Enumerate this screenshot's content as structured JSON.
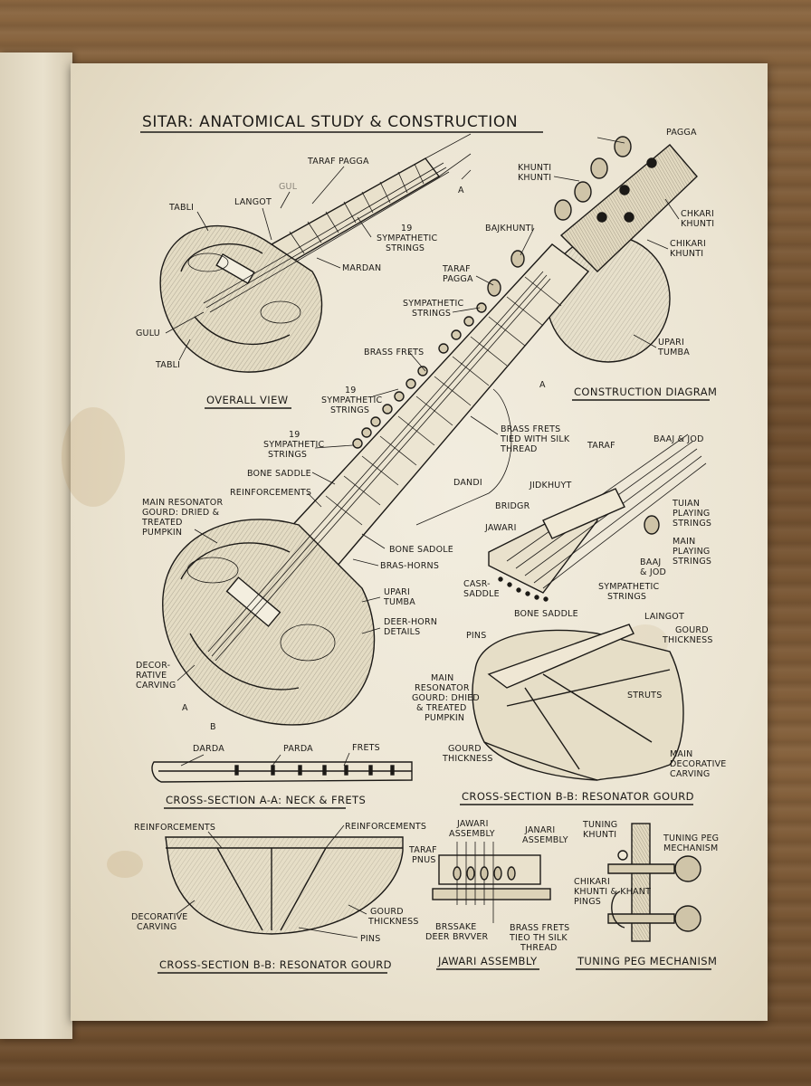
{
  "title": "SITAR: ANATOMICAL STUDY & CONSTRUCTION",
  "captions": {
    "overall_view": "OVERALL VIEW",
    "construction_diagram": "CONSTRUCTION DIAGRAM",
    "cross_section_aa": "CROSS-SECTION A-A: NECK & FRETS",
    "cross_section_bb_right": "CROSS-SECTION B-B: RESONATOR GOURD",
    "cross_section_bb_left": "CROSS-SECTION B-B: RESONATOR GOURD",
    "jawari_assembly": "JAWARI ASSEMBLY",
    "tuning_peg_mechanism": "TUNING PEG MECHANISM"
  },
  "overall_labels": {
    "taraf_pagga": "TARAF PAGGA",
    "gul": "GUL",
    "tabli_top": "TABLI",
    "langot": "LANGOT",
    "sympathetic_19": [
      "19",
      "SYMPATHETIC",
      "STRINGS"
    ],
    "mardan": "MARDAN",
    "gulu": "GULU",
    "tabli_bottom": "TABLI",
    "a_marker": "A"
  },
  "construction_labels": {
    "pagga": "PAGGA",
    "khunti": [
      "KHUNTI",
      "KHUNTI"
    ],
    "chkari_khunti": [
      "CHKARI",
      "KHUNTI"
    ],
    "chikari_khunti": [
      "CHIKARI",
      "KHUNTI"
    ],
    "bajkhunti": "BAJKHUNTI",
    "taraf_pagga": [
      "TARAF",
      "PAGGA"
    ],
    "sympathetic_strings": [
      "SYMPATHETIC",
      "STRINGS"
    ],
    "upari_tumba": [
      "UPARI",
      "TUMBA"
    ],
    "brass_frets": "BRASS FRETS",
    "sympathetic_19a": [
      "19",
      "SYMPATHETIC",
      "STRINGS"
    ],
    "sympathetic_19b": [
      "19",
      "SYMPATHETIC",
      "STRINGS"
    ],
    "a_marker": "A",
    "brass_frets_tied": [
      "BRASS FRETS",
      "TIED WITH SILK",
      "THREAD"
    ],
    "dandi": "DANDI",
    "bone_saddle_top": "BONE SADDLE",
    "reinforcements": "REINFORCEMENTS",
    "main_resonator": [
      "MAIN RESONATOR",
      "GOURD: DRIED &",
      "TREATED",
      "PUMPKIN"
    ],
    "bone_sadole": "BONE SADOLE",
    "bras_horns": "BRAS-HORNS",
    "upari_tumba_2": [
      "UPARI",
      "TUMBA"
    ],
    "deer_horn": [
      "DEER-HORN",
      "DETAILS"
    ],
    "decorative_carving": [
      "DECOR-",
      "RATIVE",
      "CARVING"
    ],
    "a_small": "A",
    "b_small": "B"
  },
  "bridge_labels": {
    "taraf": "TARAF",
    "baaj_jod_top": "BAAJ & JOD",
    "jidkhuyt": "JIDKHUYT",
    "bridge": "BRIDGR",
    "tuian_playing": [
      "TUIAN",
      "PLAYING",
      "STRINGS"
    ],
    "jawari": "JAWARI",
    "main_playing": [
      "MAIN",
      "PLAYING",
      "STRINGS"
    ],
    "baaj_jod": [
      "BAAJ",
      "& JOD"
    ],
    "casr_saddle": [
      "CASR-",
      "SADDLE"
    ],
    "sympathetic": [
      "SYMPATHETIC",
      "STRINGS"
    ],
    "bone_saddle": "BONE SADDLE"
  },
  "gourd_section_labels": {
    "laingot": "LAINGOT",
    "pins": "PINS",
    "gourd_thickness_top": [
      "GOURD",
      "THICKNESS"
    ],
    "main_resonator": [
      "MAIN",
      "RESONATOR",
      "GOURD: DHIED",
      "& TREATED",
      "PUMPKIN"
    ],
    "struts": "STRUTS",
    "gourd_thickness": [
      "GOURD",
      "THICKNESS"
    ],
    "main_decorative": [
      "MAIN",
      "DECORATIVE",
      "CARVING"
    ]
  },
  "neck_labels": {
    "darda": "DARDA",
    "parda": "PARDA",
    "frets": "FRETS"
  },
  "bb_left_labels": {
    "reinforcements_left": "REINFORCEMENTS",
    "reinforcements_right": "REINFORCEMENTS",
    "decorative_carving": [
      "DECORATIVE",
      "CARVING"
    ],
    "gourd_thickness": [
      "GOURD",
      "THICKNESS"
    ],
    "pins": "PINS"
  },
  "jawari_labels": {
    "jawari_assembly_a": [
      "JAWARI",
      "ASSEMBLY"
    ],
    "janari_assembly": [
      "JANARI",
      "ASSEMBLY"
    ],
    "taraf_pnus": [
      "TARAF",
      "PNUS"
    ],
    "brssake": [
      "BRSSAKE",
      "DEER BRVVER"
    ],
    "brass_frets": [
      "BRASS FRETS",
      "TIEO TH SILK",
      "THREAD"
    ]
  },
  "peg_labels": {
    "tuning_khunti": [
      "TUNING",
      "KHUNTI"
    ],
    "tuning_peg_mech": [
      "TUNING PEG",
      "MECHANISM"
    ],
    "chikari_khunti": [
      "CHIKARI",
      "KHUNTI & KHANT",
      "PINGS"
    ]
  }
}
